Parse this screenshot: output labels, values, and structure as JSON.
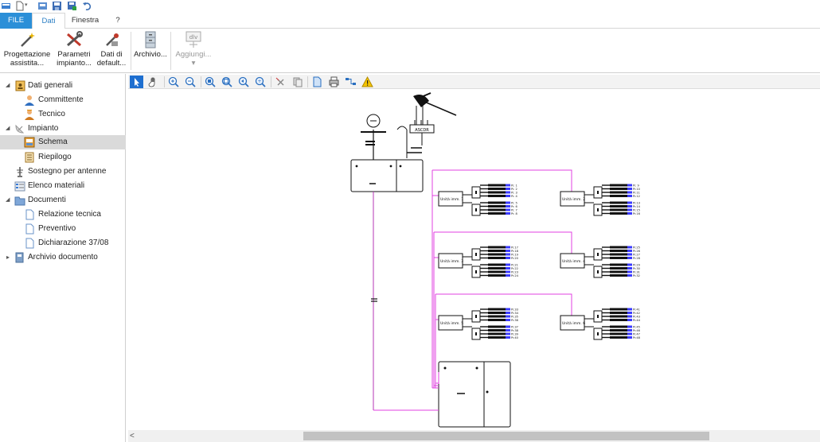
{
  "quick_access": {
    "icons": [
      "app-menu-icon",
      "new-document-icon",
      "open-icon",
      "save-icon",
      "save-as-icon",
      "undo-icon"
    ]
  },
  "tabs": [
    {
      "label": "FILE"
    },
    {
      "label": "Dati"
    },
    {
      "label": "Finestra"
    },
    {
      "label": "?"
    }
  ],
  "ribbon": {
    "buttons": [
      {
        "line1": "Progettazione",
        "line2": "assistita...",
        "icon": "magic-wand-icon"
      },
      {
        "line1": "Parametri",
        "line2": "impianto...",
        "icon": "tools-icon"
      },
      {
        "line1": "Dati di",
        "line2": "default...",
        "icon": "wand-default-icon"
      },
      {
        "line1": "Archivio...",
        "line2": "",
        "icon": "archive-cabinet-icon"
      },
      {
        "line1": "Aggiungi...",
        "line2": "▾",
        "icon": "add-device-icon"
      }
    ],
    "add_icon_text": "dlv"
  },
  "tree": {
    "items": [
      {
        "label": "Dati generali",
        "icon": "contacts-book-icon",
        "expanded": true
      },
      {
        "label": "Committente",
        "icon": "client-person-icon"
      },
      {
        "label": "Tecnico",
        "icon": "technician-person-icon"
      },
      {
        "label": "Impianto",
        "icon": "dish-antenna-icon",
        "expanded": true
      },
      {
        "label": "Schema",
        "icon": "schema-icon"
      },
      {
        "label": "Riepilogo",
        "icon": "summary-list-icon"
      },
      {
        "label": "Sostegno per antenne",
        "icon": "antenna-mast-icon"
      },
      {
        "label": "Elenco materiali",
        "icon": "materials-list-icon"
      },
      {
        "label": "Documenti",
        "icon": "folder-icon",
        "expanded": true
      },
      {
        "label": "Relazione tecnica",
        "icon": "document-icon"
      },
      {
        "label": "Preventivo",
        "icon": "document-icon"
      },
      {
        "label": "Dichiarazione 37/08",
        "icon": "document-icon"
      },
      {
        "label": "Archivio documento",
        "icon": "archive-document-icon",
        "expanded": false
      }
    ],
    "selected": "Schema"
  },
  "canvas_toolbar": {
    "icons": [
      "select-pointer-icon",
      "pan-hand-icon",
      "zoom-in-icon",
      "zoom-out-icon",
      "zoom-fit-icon",
      "zoom-window-icon",
      "zoom-previous-icon",
      "zoom-all-icon",
      "delete-icon",
      "copy-icon",
      "page-icon",
      "print-icon",
      "connect-icon",
      "warning-icon"
    ]
  },
  "schema": {
    "headend_label": "ASCDR",
    "unit_label": "Unità imm.",
    "colors": {
      "wire": "#e040e0",
      "line": "#111111",
      "plug": "#3a3aff"
    },
    "groups": [
      {
        "unit": "Unità imm. 1",
        "outlets": [
          "Pr. 1",
          "Pr. 2",
          "Pr. 3",
          "Pr. 4",
          "Pr. 5",
          "Pr. 6",
          "Pr. 7",
          "Pr. 8"
        ]
      },
      {
        "unit": "Unità imm. 2",
        "outlets": [
          "Pr. 9",
          "Pr.10",
          "Pr.11",
          "Pr.12",
          "Pr.13",
          "Pr.14",
          "Pr.15",
          "Pr.16"
        ]
      },
      {
        "unit": "Unità imm. 3",
        "outlets": [
          "Pr.17",
          "Pr.18",
          "Pr.19",
          "Pr.20",
          "Pr.21",
          "Pr.22",
          "Pr.23",
          "Pr.24"
        ]
      },
      {
        "unit": "Unità imm. 4",
        "outlets": [
          "Pr.25",
          "Pr.26",
          "Pr.27",
          "Pr.28",
          "Pr.29",
          "Pr.30",
          "Pr.31",
          "Pr.32"
        ]
      },
      {
        "unit": "Unità imm. 5",
        "outlets": [
          "Pr.33",
          "Pr.34",
          "Pr.35",
          "Pr.36",
          "Pr.37",
          "Pr.38",
          "Pr.39",
          "Pr.40"
        ]
      },
      {
        "unit": "Unità imm. 6",
        "outlets": [
          "Pr.41",
          "Pr.42",
          "Pr.43",
          "Pr.44",
          "Pr.45",
          "Pr.46",
          "Pr.47",
          "Pr.48"
        ]
      }
    ]
  },
  "scrollbar": {
    "left_arrow": "<"
  }
}
